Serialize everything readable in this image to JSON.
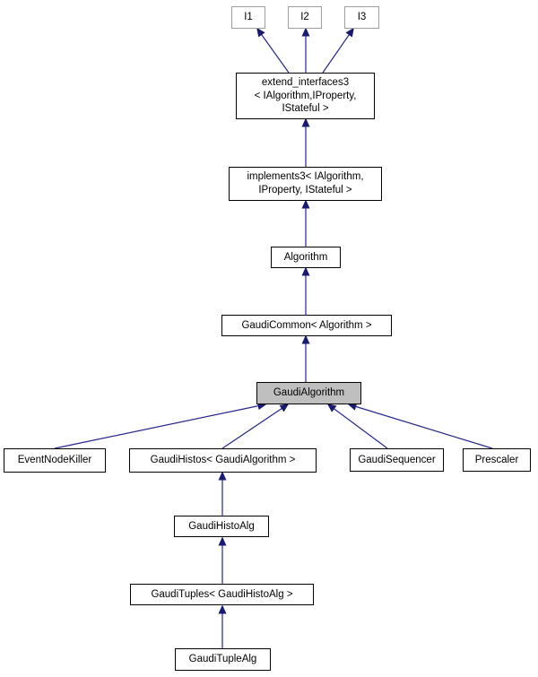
{
  "diagram": {
    "title": "Inheritance graph for GaudiAlgorithm",
    "type": "class-inheritance-graph",
    "colors": {
      "background": "#ffffff",
      "edge": "#191970",
      "node_border": "#000000",
      "external_node_border": "#9e9e9e",
      "selected_node_fill": "#bfbfbf",
      "node_fill": "#ffffff",
      "text": "#000000"
    },
    "nodes": [
      {
        "id": "I1",
        "label": "I1",
        "kind": "external"
      },
      {
        "id": "I2",
        "label": "I2",
        "kind": "external"
      },
      {
        "id": "I3",
        "label": "I3",
        "kind": "external"
      },
      {
        "id": "extend_interfaces3",
        "label": "extend_interfaces3\n< IAlgorithm,IProperty,\nIStateful >",
        "kind": "class"
      },
      {
        "id": "implements3",
        "label": "implements3< IAlgorithm,\nIProperty, IStateful >",
        "kind": "class"
      },
      {
        "id": "Algorithm",
        "label": "Algorithm",
        "kind": "class"
      },
      {
        "id": "GaudiCommon",
        "label": "GaudiCommon< Algorithm >",
        "kind": "class"
      },
      {
        "id": "GaudiAlgorithm",
        "label": "GaudiAlgorithm",
        "kind": "selected"
      },
      {
        "id": "EventNodeKiller",
        "label": "EventNodeKiller",
        "kind": "class"
      },
      {
        "id": "GaudiHistos",
        "label": "GaudiHistos< GaudiAlgorithm >",
        "kind": "class"
      },
      {
        "id": "GaudiSequencer",
        "label": "GaudiSequencer",
        "kind": "class"
      },
      {
        "id": "Prescaler",
        "label": "Prescaler",
        "kind": "class"
      },
      {
        "id": "GaudiHistoAlg",
        "label": "GaudiHistoAlg",
        "kind": "class"
      },
      {
        "id": "GaudiTuples",
        "label": "GaudiTuples< GaudiHistoAlg >",
        "kind": "class"
      },
      {
        "id": "GaudiTupleAlg",
        "label": "GaudiTupleAlg",
        "kind": "class"
      }
    ],
    "edges": [
      {
        "from": "extend_interfaces3",
        "to": "I1"
      },
      {
        "from": "extend_interfaces3",
        "to": "I2"
      },
      {
        "from": "extend_interfaces3",
        "to": "I3"
      },
      {
        "from": "implements3",
        "to": "extend_interfaces3"
      },
      {
        "from": "Algorithm",
        "to": "implements3"
      },
      {
        "from": "GaudiCommon",
        "to": "Algorithm"
      },
      {
        "from": "GaudiAlgorithm",
        "to": "GaudiCommon"
      },
      {
        "from": "EventNodeKiller",
        "to": "GaudiAlgorithm"
      },
      {
        "from": "GaudiHistos",
        "to": "GaudiAlgorithm"
      },
      {
        "from": "GaudiSequencer",
        "to": "GaudiAlgorithm"
      },
      {
        "from": "Prescaler",
        "to": "GaudiAlgorithm"
      },
      {
        "from": "GaudiHistoAlg",
        "to": "GaudiHistos"
      },
      {
        "from": "GaudiTuples",
        "to": "GaudiHistoAlg"
      },
      {
        "from": "GaudiTupleAlg",
        "to": "GaudiTuples"
      }
    ]
  }
}
